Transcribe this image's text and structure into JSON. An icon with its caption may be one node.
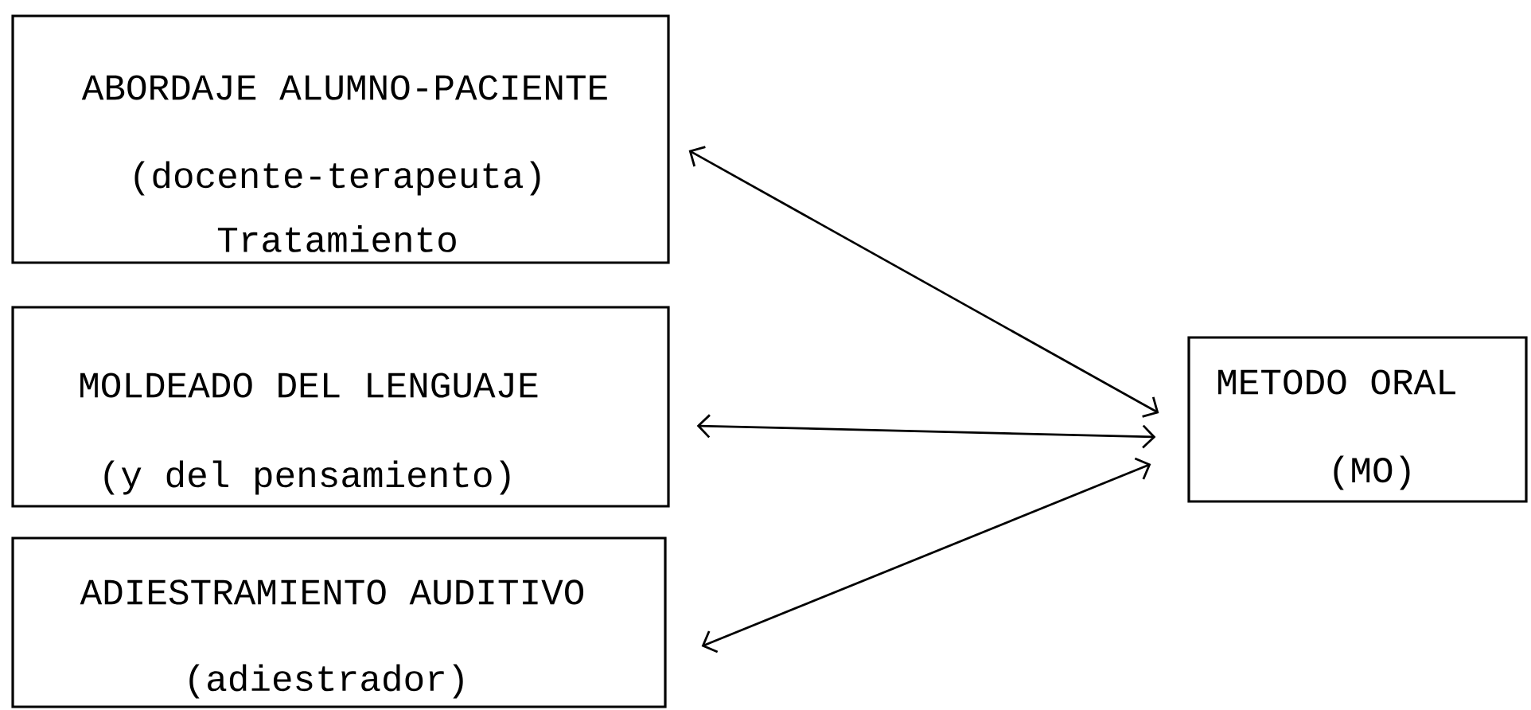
{
  "diagram": {
    "nodes": [
      {
        "text": [
          "ABORDAJE ALUMNO-PACIENTE",
          "(docente-terapeuta)",
          "Tratamiento"
        ]
      },
      {
        "text": [
          "MOLDEADO DEL LENGUAJE",
          "(y del pensamiento)"
        ]
      },
      {
        "text": [
          "ADIESTRAMIENTO AUDITIVO",
          "(adiestrador)"
        ]
      },
      {
        "text": [
          "METODO ORAL",
          "(MO)"
        ]
      }
    ],
    "edges": [
      {
        "from": 3,
        "to": 0,
        "arrow": "both"
      },
      {
        "from": 3,
        "to": 1,
        "arrow": "both"
      },
      {
        "from": 3,
        "to": 2,
        "arrow": "both"
      }
    ]
  }
}
